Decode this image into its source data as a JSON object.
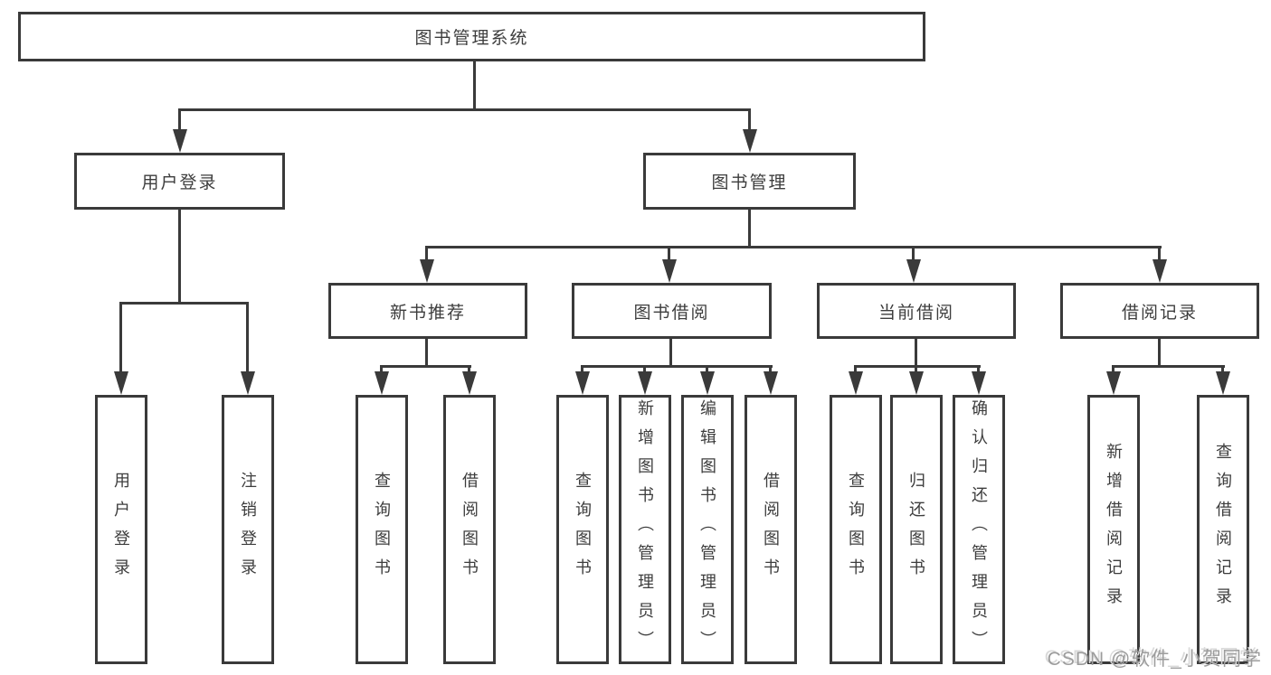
{
  "diagram": {
    "title": "图书管理系统",
    "branches": [
      {
        "label": "用户登录",
        "children": [
          "用户登录",
          "注销登录"
        ]
      },
      {
        "label": "图书管理",
        "children": [
          {
            "label": "新书推荐",
            "children": [
              "查询图书",
              "借阅图书"
            ]
          },
          {
            "label": "图书借阅",
            "children": [
              "查询图书",
              "新增图书（管理员）",
              "编辑图书（管理员）",
              "借阅图书"
            ]
          },
          {
            "label": "当前借阅",
            "children": [
              "查询图书",
              "归还图书",
              "确认归还（管理员）"
            ]
          },
          {
            "label": "借阅记录",
            "children": [
              "新增借阅记录",
              "查询借阅记录"
            ]
          }
        ]
      }
    ]
  },
  "watermark": {
    "text": "CSDN @软件_小贺同学"
  },
  "colors": {
    "line": "#3a3a3a",
    "text": "#3d3d3d",
    "background": "#ffffff",
    "watermark": "#9c9c9c"
  }
}
